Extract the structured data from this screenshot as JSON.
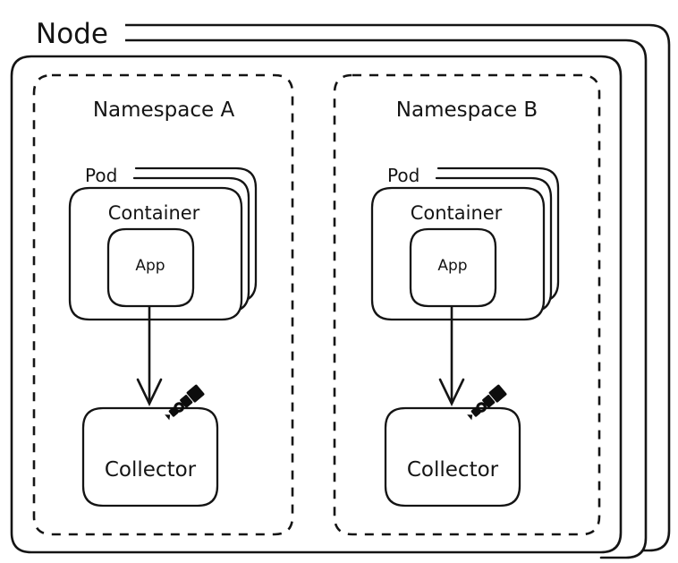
{
  "diagram": {
    "title": "Node",
    "node": {
      "label": "Node",
      "stack_layers": 3
    },
    "namespaces": [
      {
        "label": "Namespace A",
        "pod": {
          "label": "Pod",
          "stack_layers": 3,
          "container": {
            "label": "Container",
            "app": {
              "label": "App"
            }
          }
        },
        "arrow": {
          "name": "app-to-collector-arrow",
          "direction": "down"
        },
        "collector": {
          "label": "Collector",
          "icon": "telescope-icon"
        }
      },
      {
        "label": "Namespace B",
        "pod": {
          "label": "Pod",
          "stack_layers": 3,
          "container": {
            "label": "Container",
            "app": {
              "label": "App"
            }
          }
        },
        "arrow": {
          "name": "app-to-collector-arrow",
          "direction": "down"
        },
        "collector": {
          "label": "Collector",
          "icon": "telescope-icon"
        }
      }
    ],
    "colors": {
      "stroke": "#141414",
      "background": "#ffffff",
      "icon": "#0d0d0d"
    }
  }
}
